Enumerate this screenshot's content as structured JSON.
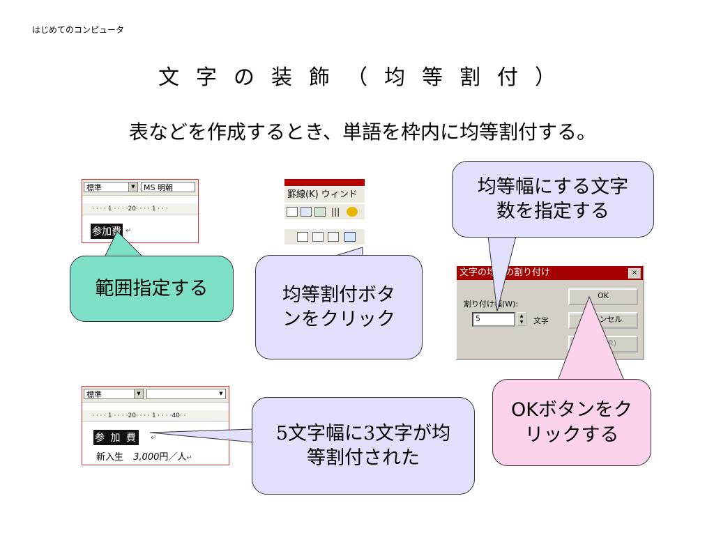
{
  "header": {
    "course": "はじめてのコンピュータ",
    "title_chars": [
      "文",
      "字",
      "の",
      "装",
      "飾",
      "（",
      "均",
      "等",
      "割",
      "付",
      "）"
    ],
    "subtitle": "表などを作成するとき、単語を枠内に均等割付する。"
  },
  "screenshot1": {
    "style_value": "標準",
    "font_value": "MS 明朝",
    "ruler": "· · · · 1 · · · ·20· · · · 1 · · ·",
    "selected_text": "参加費",
    "para_mark": "↵"
  },
  "screenshot2": {
    "menu_label": "罫線(K)  ウィンドウ"
  },
  "dialog": {
    "title": "文字の均等の割り付け",
    "close": "×",
    "field_label": "割り付け幅(W):",
    "field_value": "5",
    "unit": "文字",
    "ok": "OK",
    "cancel": "キャンセル",
    "remove": "解除(R)"
  },
  "screenshot3": {
    "style_value": "標準",
    "ruler": "· · · · 1 · · · ·20· · · · 1 · · · ·40· ·",
    "selected_text": "参 加 費",
    "para_mark": "↵",
    "line2_label": "新入生",
    "line2_value": "3,000",
    "line2_unit": "円／人",
    "line2_mark": "↵"
  },
  "callouts": {
    "range_select": "範囲指定する",
    "distribute_button": "均等割付ボタンをクリック",
    "specify_width": "均等幅にする文字数を指定する",
    "ok_click": "OKボタンをクリックする",
    "result": "5文字幅に3文字が均等割付された"
  },
  "colors": {
    "green_callout": "#7fe0c8",
    "lavender_callout": "#e0e0fa",
    "pink_callout": "#fbd3ea",
    "dialog_title_bar": "#a40000",
    "menu_strip": "#b80000",
    "screenshot_border": "#e03030"
  }
}
